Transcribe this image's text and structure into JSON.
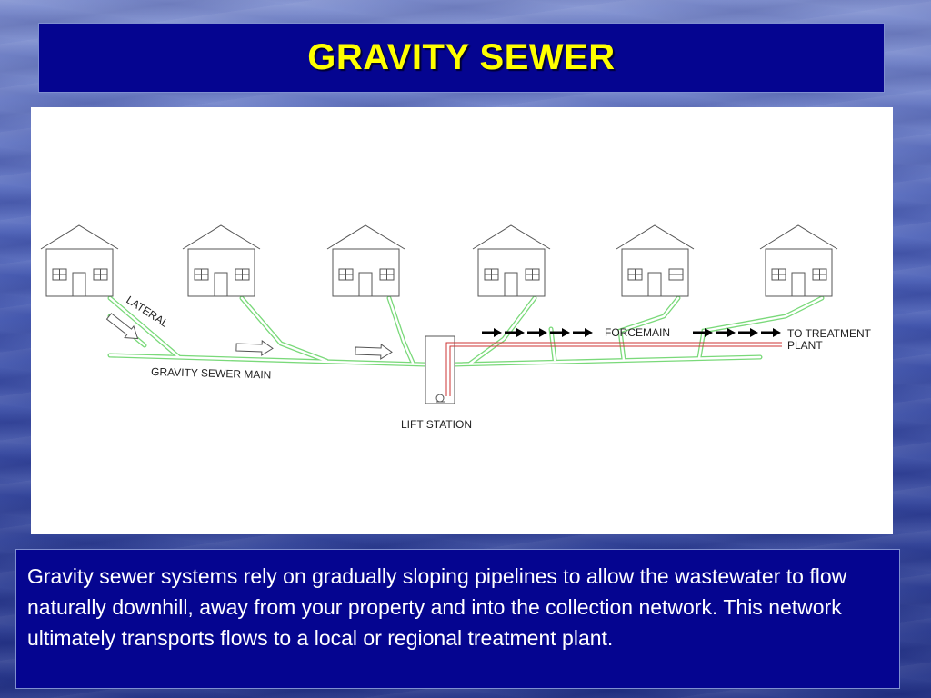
{
  "slide": {
    "title": "GRAVITY SEWER",
    "caption": "Gravity sewer systems rely on gradually sloping pipelines to allow the wastewater to flow naturally downhill, away from your property and into the collection network. This network ultimately transports flows to a local or regional treatment plant.",
    "colors": {
      "title_text": "#ffff00",
      "panel_background": "#050590",
      "gravity_pipe": "#7ad97a",
      "forcemain_pipe": "#cc3333"
    }
  },
  "diagram": {
    "labels": {
      "lateral": "LATERAL",
      "gravity_sewer_main": "GRAVITY SEWER MAIN",
      "lift_station": "LIFT STATION",
      "forcemain": "FORCEMAIN",
      "to_treatment_line1": "TO TREATMENT",
      "to_treatment_line2": "PLANT"
    },
    "house_count": 6,
    "icons": [
      "house-icon",
      "flow-arrow-icon",
      "pump-icon"
    ]
  }
}
